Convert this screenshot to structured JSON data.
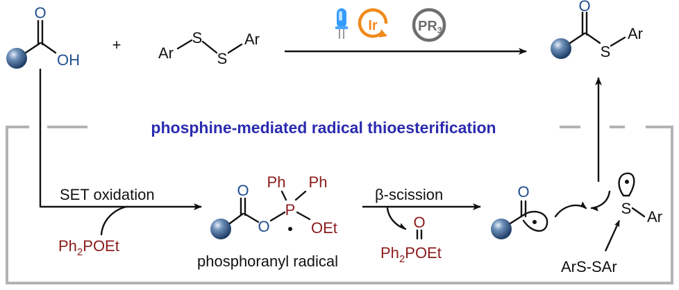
{
  "colors": {
    "oxygen": "#1f4e8c",
    "phosphorus_reagent": "#8b1a1a",
    "title": "#2b2bb0",
    "iridium": "#f08a1c",
    "phosphine_circle": "#6e6e6e",
    "frame": "#b3b3b3",
    "led": "#1e90ff"
  },
  "top": {
    "acid": {
      "o": "O",
      "oh": "OH"
    },
    "plus": "+",
    "disulfide": {
      "ar_left": "Ar",
      "s1": "S",
      "s2": "S",
      "ar_right": "Ar"
    },
    "catalysts": {
      "led_icon": "blue-led-icon",
      "ir": "Ir",
      "pr3_main": "PR",
      "pr3_sub": "3"
    },
    "product": {
      "o": "O",
      "s": "S",
      "ar": "Ar"
    }
  },
  "title": "phosphine-mediated radical thioesterification",
  "bottom": {
    "set_label": "SET oxidation",
    "reagent": {
      "main": "Ph",
      "sub": "2",
      "rest": "POEt"
    },
    "intermediate": {
      "o_top": "O",
      "o_link": "O",
      "p": "P",
      "ph1": "Ph",
      "ph2": "Ph",
      "oet": "OEt",
      "caption": "phosphoranyl radical"
    },
    "scission_label": "β-scission",
    "byproduct": {
      "o": "O",
      "main": "Ph",
      "sub": "2",
      "rest": "POEt"
    },
    "acyl_radical": {
      "o": "O"
    },
    "thiyl": {
      "s": "S",
      "ar": "Ar",
      "source": "ArS-SAr"
    }
  }
}
